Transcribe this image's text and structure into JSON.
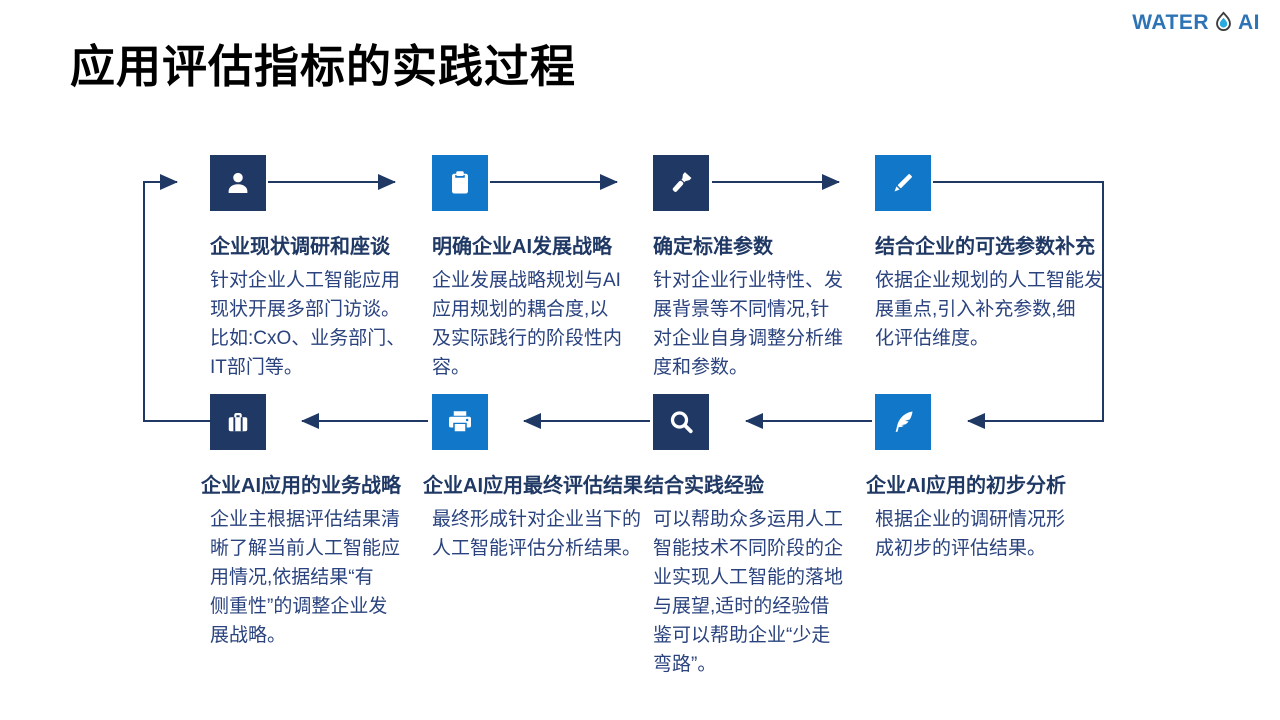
{
  "page_title": "应用评估指标的实践过程",
  "logo": {
    "water": "WATER",
    "ai": "AI"
  },
  "colors": {
    "title": "#000000",
    "dark": "#1F3864",
    "bright": "#1177C9",
    "heading": "#1F3864",
    "body": "#2A437E",
    "arrow": "#1F3864",
    "logo-text": "#2E74B5",
    "logo-drop": "#29ABE2",
    "logo-outline": "#3D3D3D"
  },
  "flow": {
    "top": [
      {
        "icon": "user-icon",
        "title": "企业现状调研和座谈",
        "desc": "针对企业人工智能应用\n现状开展多部门访谈。\n比如:CxO、业务部门、\nIT部门等。"
      },
      {
        "icon": "clipboard-icon",
        "title": "明确企业AI发展战略",
        "desc": "企业发展战略规划与AI\n应用规划的耦合度,以\n及实际践行的阶段性内\n容。"
      },
      {
        "icon": "flashlight-icon",
        "title": "确定标准参数",
        "desc": "针对企业行业特性、发\n展背景等不同情况,针\n对企业自身调整分析维\n度和参数。"
      },
      {
        "icon": "pencil-icon",
        "title": "结合企业的可选参数补充",
        "desc": "依据企业规划的人工智能发\n展重点,引入补充参数,细\n化评估维度。"
      }
    ],
    "bottom": [
      {
        "icon": "briefcase-icon",
        "title": "企业AI应用的业务战略",
        "desc": "企业主根据评估结果清\n晰了解当前人工智能应\n用情况,依据结果“有\n侧重性”的调整企业发\n展战略。"
      },
      {
        "icon": "printer-icon",
        "title": "企业AI应用最终评估结果",
        "desc": "最终形成针对企业当下的\n人工智能评估分析结果。"
      },
      {
        "icon": "search-icon",
        "title": "结合实践经验",
        "desc": "可以帮助众多运用人工\n智能技术不同阶段的企\n业实现人工智能的落地\n与展望,适时的经验借\n鉴可以帮助企业“少走\n弯路”。"
      },
      {
        "icon": "feather-icon",
        "title": "企业AI应用的初步分析",
        "desc": "根据企业的调研情况形\n成初步的评估结果。"
      }
    ]
  }
}
